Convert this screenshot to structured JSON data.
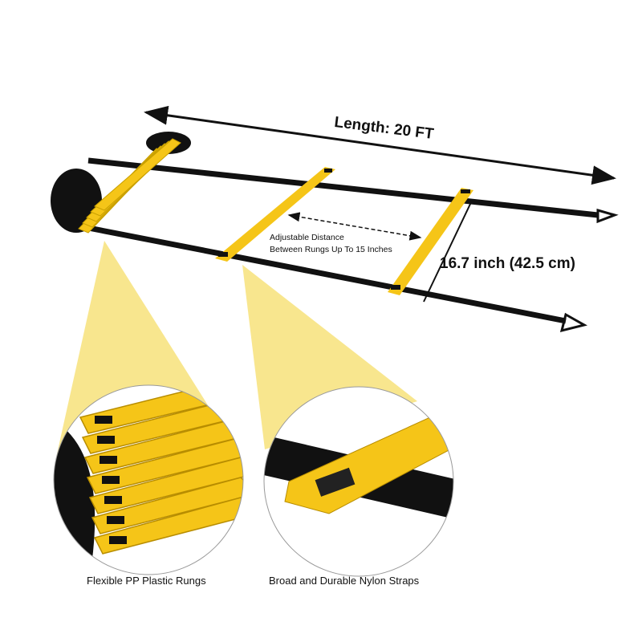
{
  "labels": {
    "length": "Length: 20 FT",
    "adjustable_line1": "Adjustable Distance",
    "adjustable_line2": "Between Rungs Up To 15 Inches",
    "width": "16.7 inch (42.5 cm)",
    "caption_left": "Flexible PP Plastic Rungs",
    "caption_right": "Broad and Durable Nylon Straps"
  },
  "colors": {
    "rung": "#f5c518",
    "strap": "#111111",
    "highlight": "#f7e27a"
  }
}
